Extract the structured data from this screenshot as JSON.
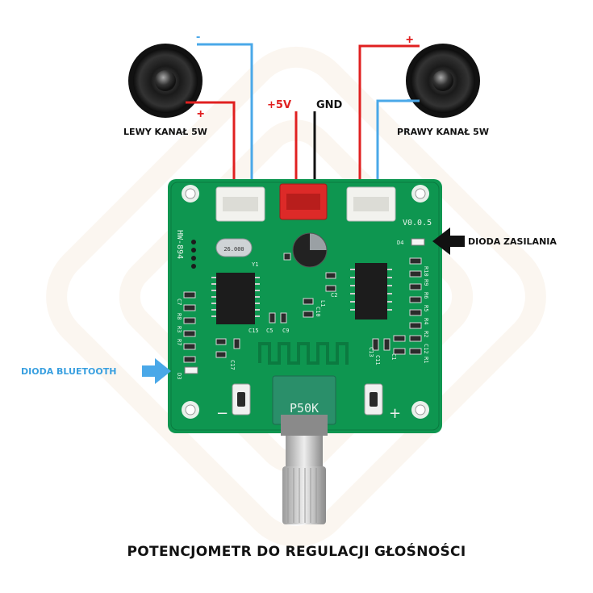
{
  "speakers": {
    "left": {
      "label": "LEWY  KANAŁ 5W",
      "minus": "-",
      "plus": "+"
    },
    "right": {
      "label": "PRAWY  KANAŁ 5W",
      "minus": "-",
      "plus": "+"
    }
  },
  "power": {
    "plus_label": "+5V",
    "gnd_label": "GND"
  },
  "annotations": {
    "power_led": "DIODA ZASILANIA",
    "bluetooth_led": "DIODA BLUETOOTH",
    "caption": "POTENCJOMETR DO REGULACJI GŁOŚNOŚCI"
  },
  "board": {
    "version": "V0.0.5",
    "model": "HW-894",
    "pot_value": "P50K",
    "btn_minus": "−",
    "btn_plus": "+",
    "crystal": "26.000",
    "silk_labels": [
      "D4",
      "R10",
      "R9",
      "R8",
      "R7",
      "R6",
      "R5",
      "R4",
      "R3",
      "R2",
      "R1",
      "C1",
      "C2",
      "C5",
      "C9",
      "C10",
      "C11",
      "C12",
      "C13",
      "C15",
      "C17",
      "C7",
      "D3",
      "L1",
      "Y1"
    ]
  },
  "colors": {
    "pcb": "#0e9650",
    "wire_red": "#e02020",
    "wire_blue": "#4aa8e8",
    "wire_black": "#111111",
    "arrow_blue": "#4aa8e8",
    "label_blue": "#3aa0e0"
  }
}
